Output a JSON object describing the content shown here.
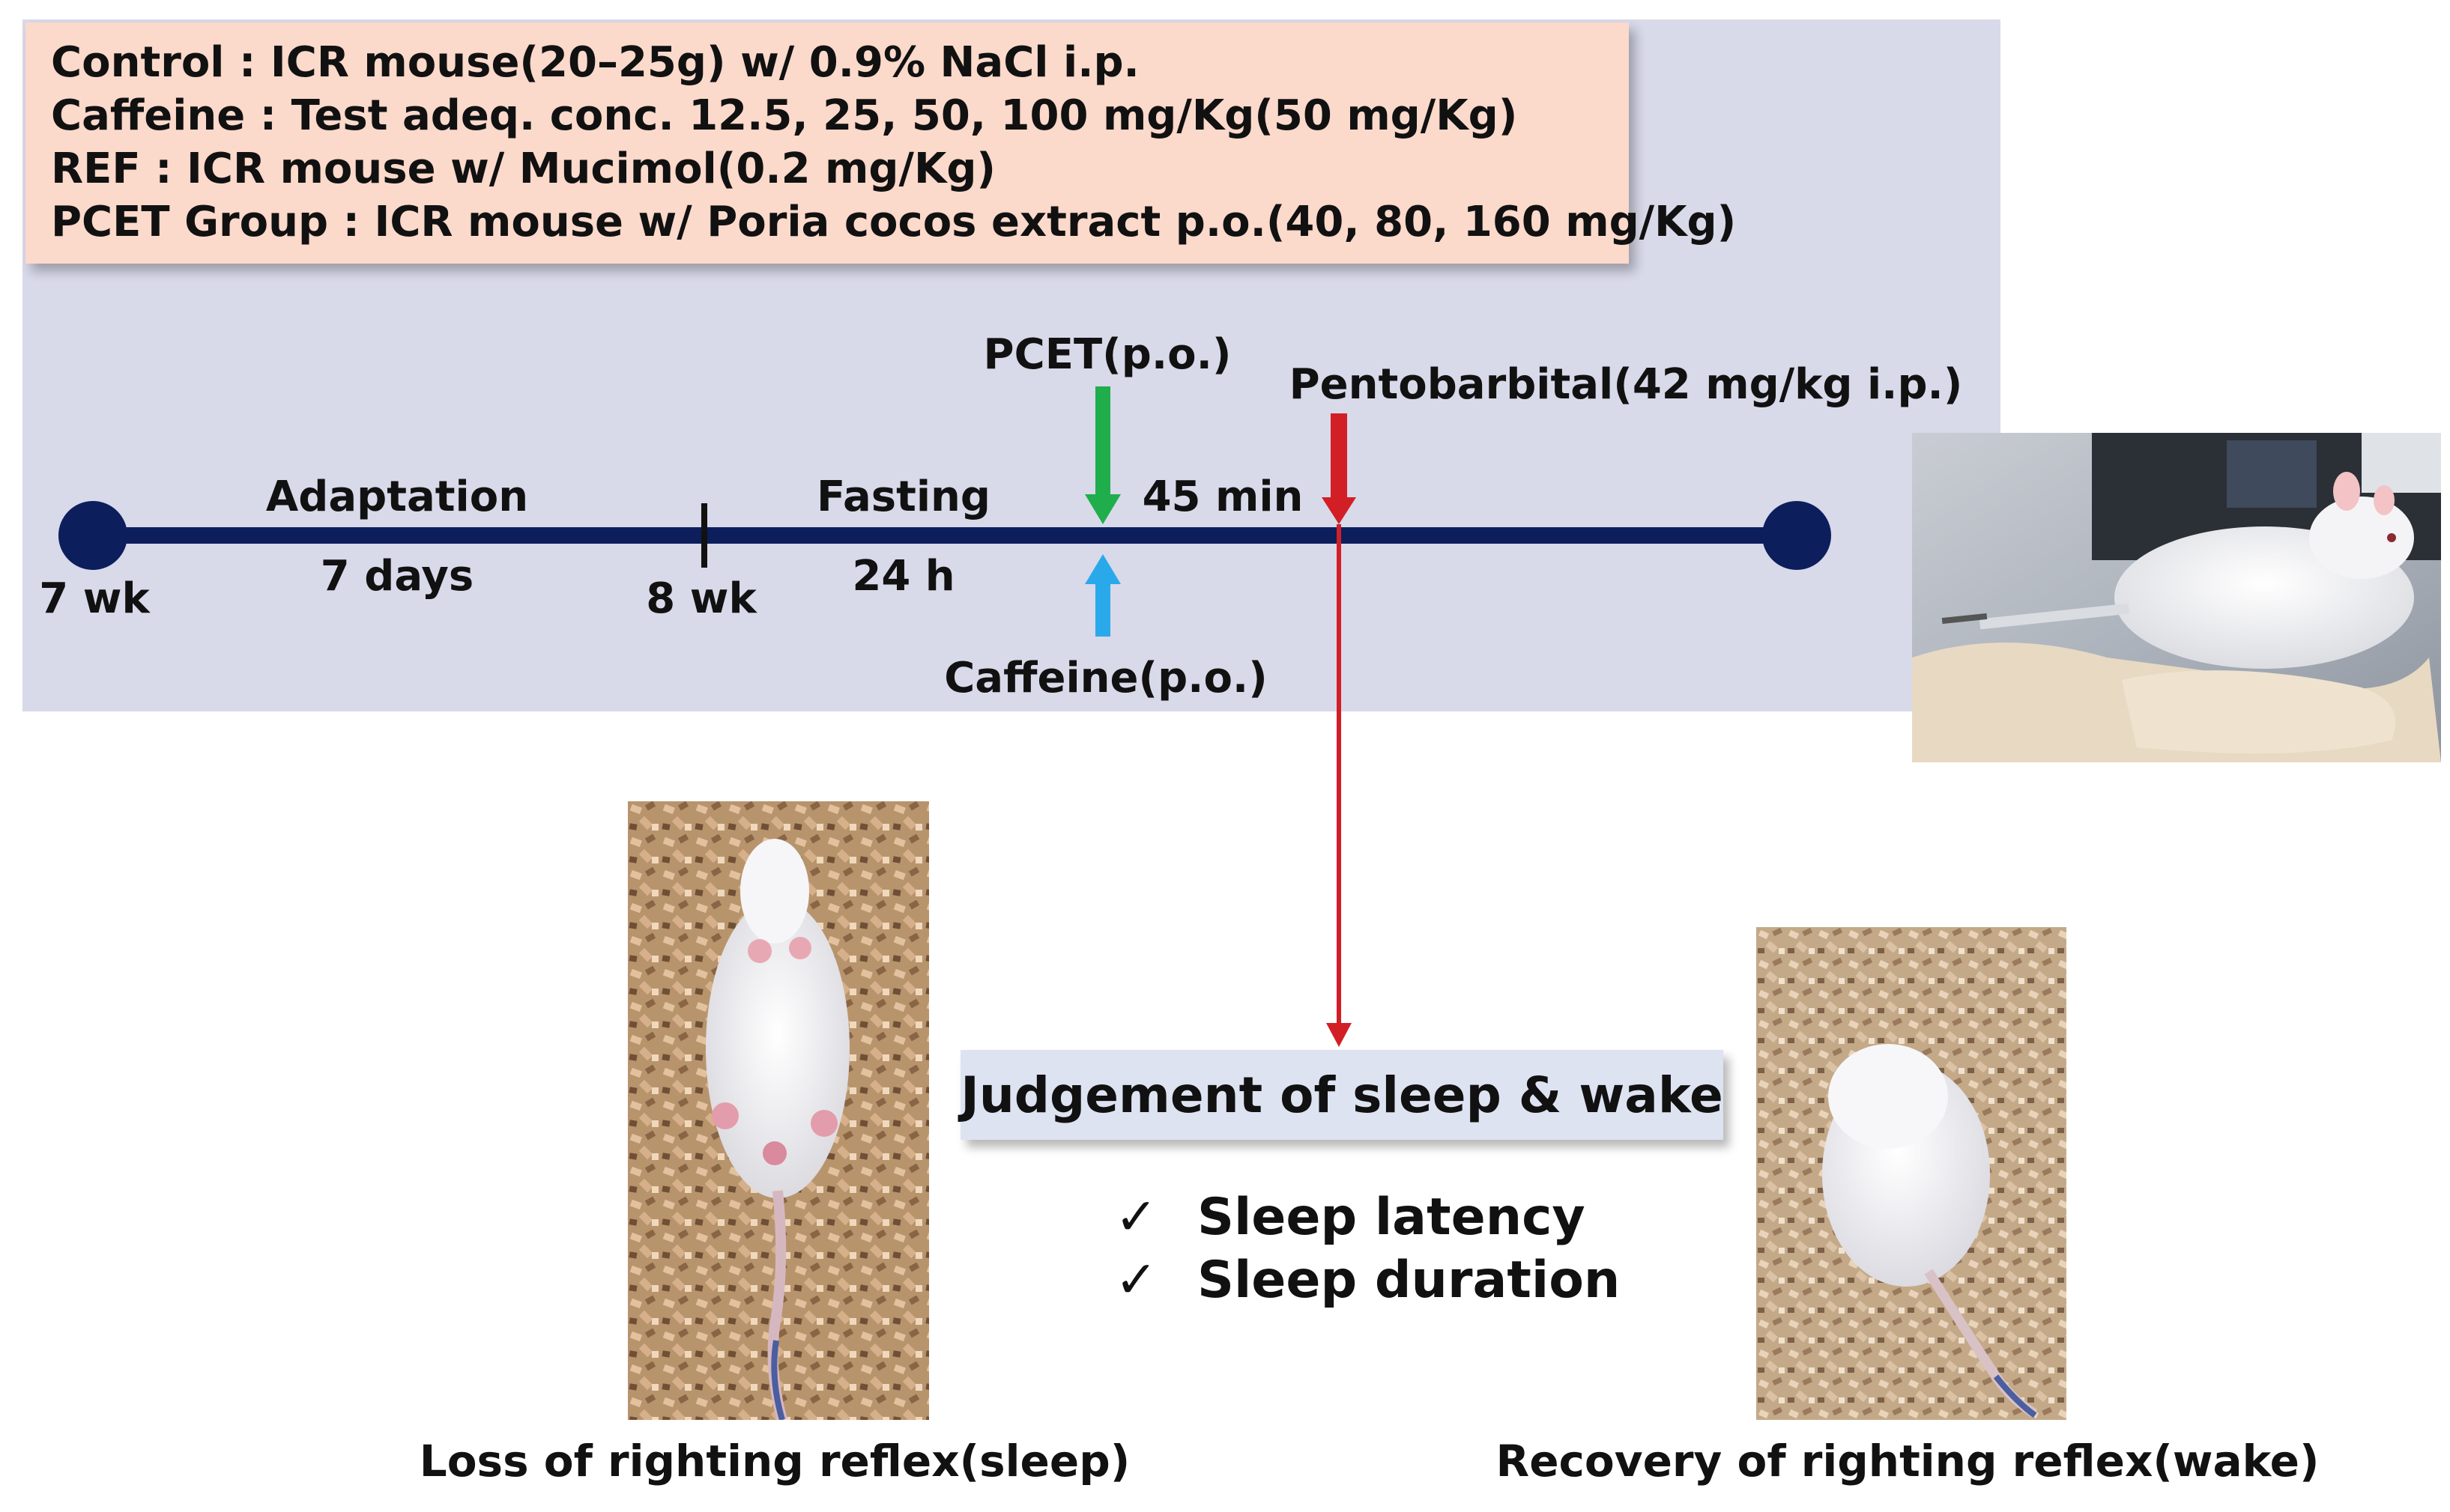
{
  "colors": {
    "panel": "#d8d9e9",
    "legend": "#fbd9cb",
    "timeline": "#0c1e5c",
    "pcet_arrow": "#1fae4b",
    "caffeine_arrow": "#2aa9ea",
    "pento_arrow": "#d21f26",
    "judge_box": "#dee3f1"
  },
  "legend": {
    "lines": [
      "Control : ICR mouse(20–25g) w/ 0.9% NaCl i.p.",
      "Caffeine : Test adeq. conc. 12.5, 25, 50, 100 mg/Kg(50 mg/Kg)",
      "REF : ICR mouse w/ Mucimol(0.2 mg/Kg)",
      "PCET Group : ICR mouse w/ Poria cocos extract p.o.(40, 80, 160 mg/Kg)"
    ]
  },
  "timeline": {
    "start": "7 wk",
    "mid": "8 wk",
    "adaptation": "Adaptation",
    "adaptation_duration": "7 days",
    "fasting": "Fasting",
    "fasting_duration": "24 h",
    "interval": "45 min",
    "pcet": "PCET(p.o.)",
    "caffeine": "Caffeine(p.o.)",
    "pentobarbital": "Pentobarbital(42 mg/kg i.p.)"
  },
  "judgement": {
    "title": "Judgement of sleep & wake",
    "check_mark": "✓",
    "items": [
      "Sleep latency",
      "Sleep duration"
    ]
  },
  "photos": {
    "injection": "mouse-injection-photo",
    "sleep": "mouse-sleep-photo",
    "wake": "mouse-wake-photo"
  },
  "captions": {
    "sleep": "Loss of righting reflex(sleep)",
    "wake": "Recovery of righting reflex(wake)"
  }
}
